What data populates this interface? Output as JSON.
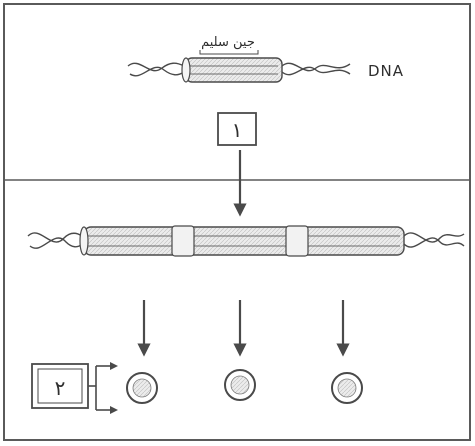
{
  "labels": {
    "gene_label": "جين سليم",
    "dna_label": "DNA",
    "step1_label": "١",
    "step2_label": "٢"
  },
  "colors": {
    "ink": "#4a4a4a",
    "frame": "#5a5a5a",
    "paper": "#ffffff",
    "shade": "#d9d9d9"
  }
}
